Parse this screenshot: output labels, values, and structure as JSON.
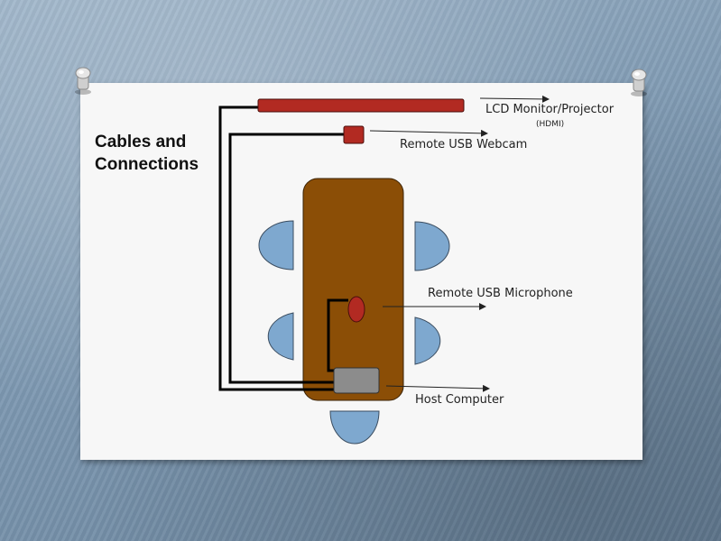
{
  "slide": {
    "title_line1": "Cables and",
    "title_line2": "Connections"
  },
  "labels": {
    "lcd_monitor": "LCD Monitor/Projector",
    "hdmi": "(HDMI)",
    "webcam": "Remote USB Webcam",
    "microphone": "Remote USB Microphone",
    "host_computer": "Host Computer"
  },
  "colors": {
    "background": "#7f9ab3",
    "card": "#f7f7f7",
    "device_red": "#b22a22",
    "table_brown": "#8b4e06",
    "chair_blue": "#7ea8cf",
    "computer_gray": "#8c8c8c",
    "cable": "#000000"
  }
}
